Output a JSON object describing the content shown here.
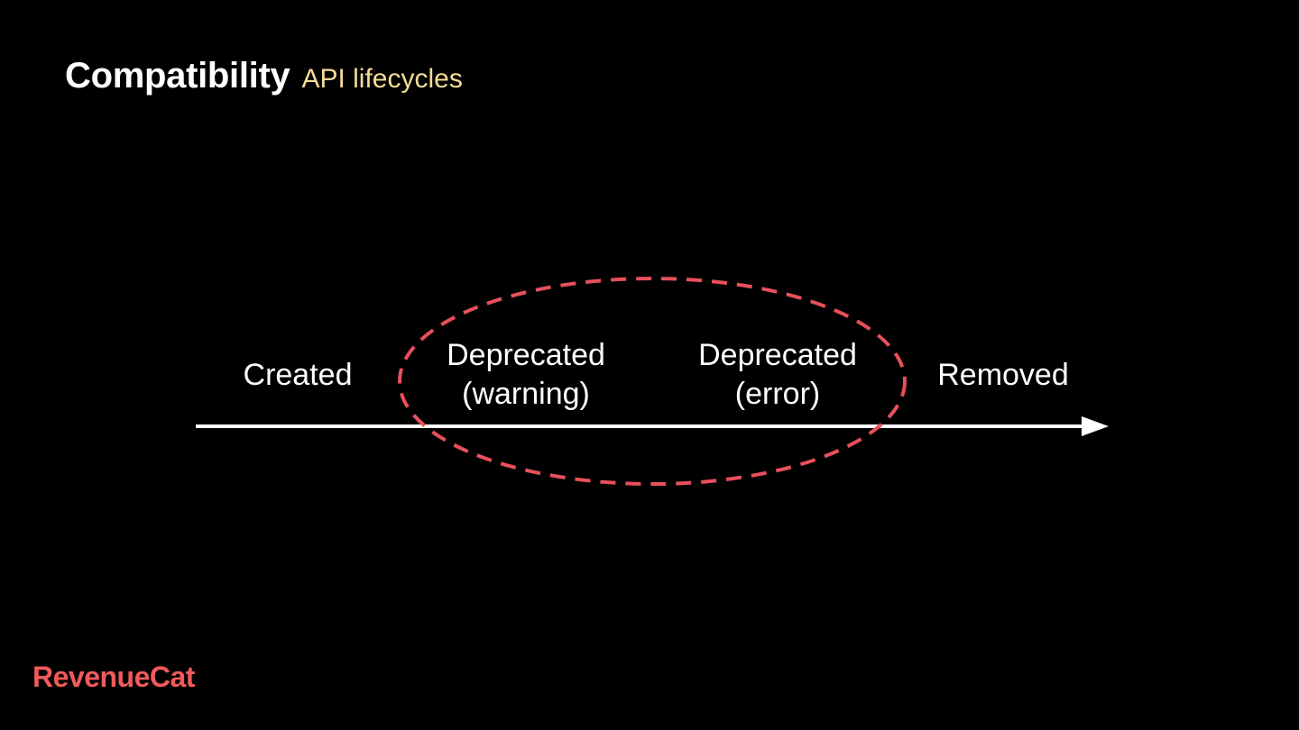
{
  "header": {
    "title": "Compatibility",
    "subtitle": "API lifecycles"
  },
  "lifecycle": {
    "stages": [
      {
        "lines": [
          "Created"
        ]
      },
      {
        "lines": [
          "Deprecated",
          "(warning)"
        ]
      },
      {
        "lines": [
          "Deprecated",
          "(error)"
        ]
      },
      {
        "lines": [
          "Removed"
        ]
      }
    ]
  },
  "colors": {
    "background": "#000000",
    "text": "#ffffff",
    "subtitle": "#f5dc96",
    "highlight": "#e8505b",
    "brand": "#f25a5a"
  },
  "brand": {
    "logo_text": "RevenueCat"
  }
}
